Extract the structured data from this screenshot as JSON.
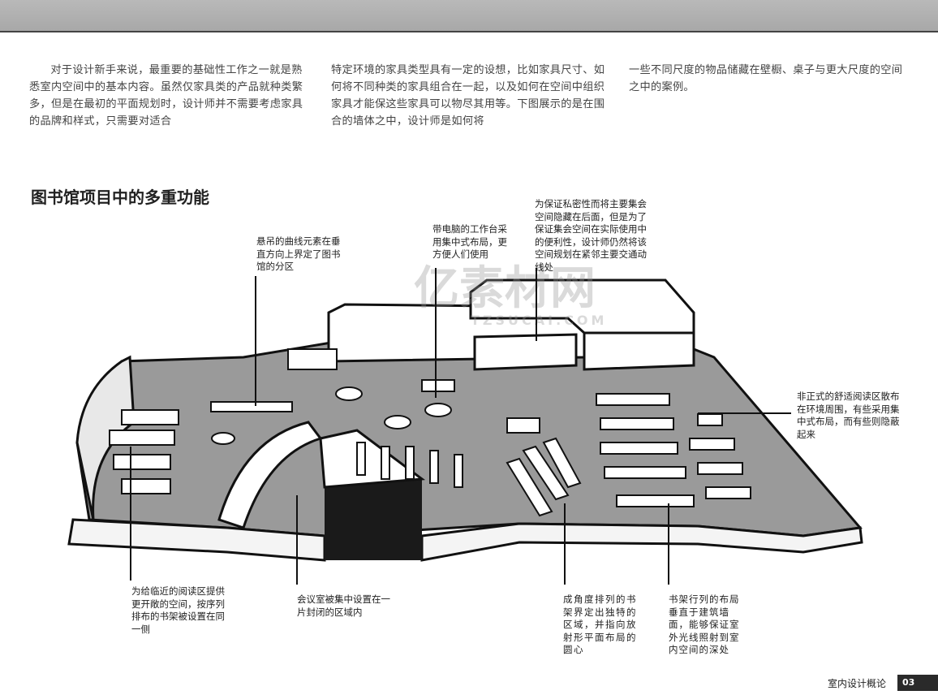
{
  "intro": {
    "col1": "对于设计新手来说，最重要的基础性工作之一就是熟悉室内空间中的基本内容。虽然仅家具类的产品就种类繁多，但是在最初的平面规划时，设计师并不需要考虑家具的品牌和样式，只需要对适合",
    "col2": "特定环境的家具类型具有一定的设想，比如家具尺寸、如何将不同种类的家具组合在一起，以及如何在空间中组织家具才能保这些家具可以物尽其用等。下图展示的是在围合的墙体之中，设计师是如何将",
    "col3": "一些不同尺度的物品储藏在壁橱、桌子与更大尺度的空间之中的案例。"
  },
  "section_title": "图书馆项目中的多重功能",
  "annotations": {
    "curved": "悬吊的曲线元素在垂直方向上界定了图书馆的分区",
    "computers": "带电脑的工作台采用集中式布局，更方便人们使用",
    "privacy": "为保证私密性而将主要集会空间隐藏在后面，但是为了保证集会空间在实际使用中的便利性，设计师仍然将该空间规划在紧邻主要交通动线处",
    "informal": "非正式的舒适阅读区散布在环境周围，有些采用集中式布局，而有些则隐蔽起来",
    "shelves_side": "为给临近的阅读区提供更开敞的空间，按序列排布的书架被设置在同一侧",
    "meeting": "会议室被集中设置在一片封闭的区域内",
    "angled": "成角度排列的书架界定出独特的区域，并指向放射形平面布局的圆心",
    "rows": "书架行列的布局垂直于建筑墙面，能够保证室外光线照射到室内空间的深处"
  },
  "watermark": {
    "main": "亿素材网",
    "sub": "TZSUCAI.COM"
  },
  "footer": {
    "chapter": "室内设计概论",
    "page": "03"
  }
}
